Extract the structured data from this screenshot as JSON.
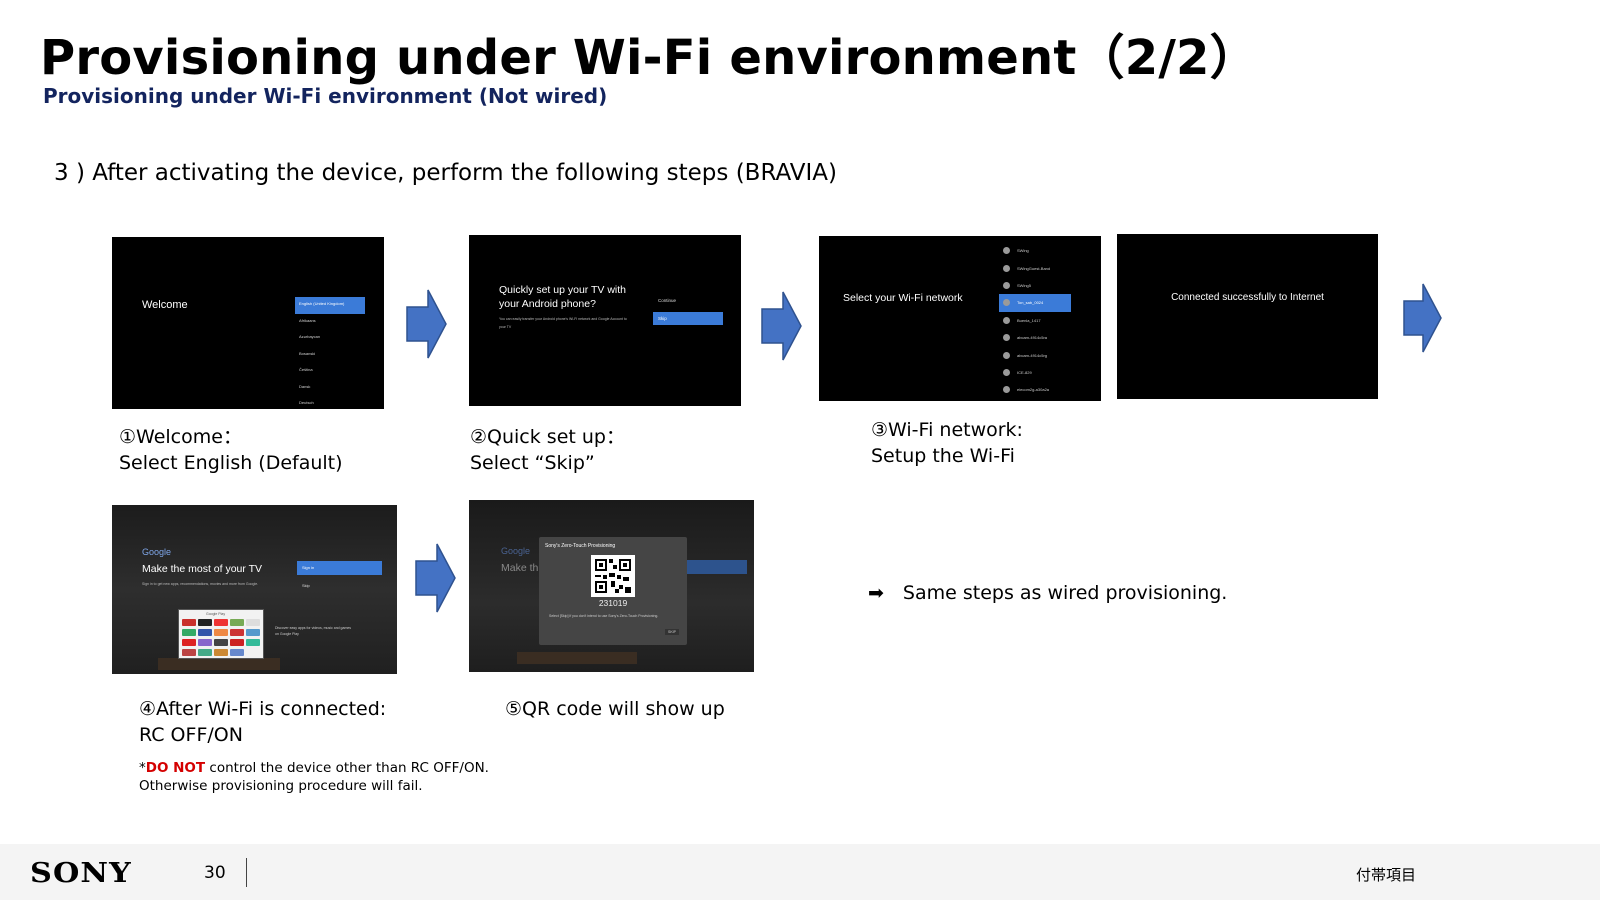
{
  "header": {
    "title": "Provisioning under Wi-Fi environment（2/2）",
    "subtitle": "Provisioning under Wi-Fi environment (Not wired)",
    "step_heading": "3 ) After activating the device, perform the following steps (BRAVIA)"
  },
  "screens": {
    "welcome": {
      "heading": "Welcome",
      "languages": [
        "English (United Kingdom)",
        "Afrikaans",
        "Azərbaycan",
        "Bosanski",
        "Čeština",
        "Dansk",
        "Deutsch"
      ]
    },
    "quick_setup": {
      "heading": "Quickly set up your TV with your Android phone?",
      "description": "You can easily transfer your Android phone's Wi-Fi network and Google Account to your TV",
      "continue_label": "Continue",
      "skip_label": "Skip"
    },
    "wifi": {
      "heading": "Select your Wi-Fi network",
      "networks": [
        "SWing",
        "SWingGuest-Band",
        "SWing5",
        "Ton_sab_0024",
        "Buenla_1417",
        "abcam-4914c5ra",
        "abcam-4914c5rg",
        "ICE-829",
        "elecom2g-a30a2a"
      ]
    },
    "connected": {
      "message": "Connected successfully to Internet"
    },
    "google": {
      "brand": "Google",
      "heading": "Make the most of your TV",
      "description": "Sign in to get new apps, recommendations, movies and more from Google.",
      "sign_in_label": "Sign in",
      "skip_label": "Skip",
      "play_label": "Google Play",
      "apps_note": "Discover easy apps for videos, music and games on Google Play"
    },
    "zero_touch": {
      "bg_brand": "Google",
      "bg_heading": "Make th",
      "dialog_title": "Sony's Zero-Touch Provisioning",
      "code": "231019",
      "description": "Select [Skip] if you don't intend to use Sony's Zero-Touch Provisioning.",
      "skip_label": "SKIP"
    }
  },
  "captions": {
    "step1_line1": "①Welcome：",
    "step1_line2": "Select English (Default)",
    "step2_line1": "②Quick set up：",
    "step2_line2": "Select “Skip”",
    "step3_line1": "③Wi-Fi network:",
    "step3_line2": "Setup the Wi-Fi",
    "step4_line1": "④After Wi-Fi is connected:",
    "step4_line2": "RC OFF/ON",
    "step5_line1": "⑤QR code will show up"
  },
  "note": {
    "prefix": "*",
    "warning": "DO NOT",
    "line1_rest": " control the device other than RC OFF/ON.",
    "line2": "Otherwise provisioning procedure will fail."
  },
  "same_steps": "➡　Same steps as wired provisioning.",
  "footer": {
    "logo": "SONY",
    "page_number": "30",
    "right_label": "付帯項目"
  },
  "colors": {
    "title_navy": "#13245e",
    "arrow_blue": "#4472c4",
    "selection_blue": "#3b7bd8",
    "warning_red": "#d40000"
  }
}
